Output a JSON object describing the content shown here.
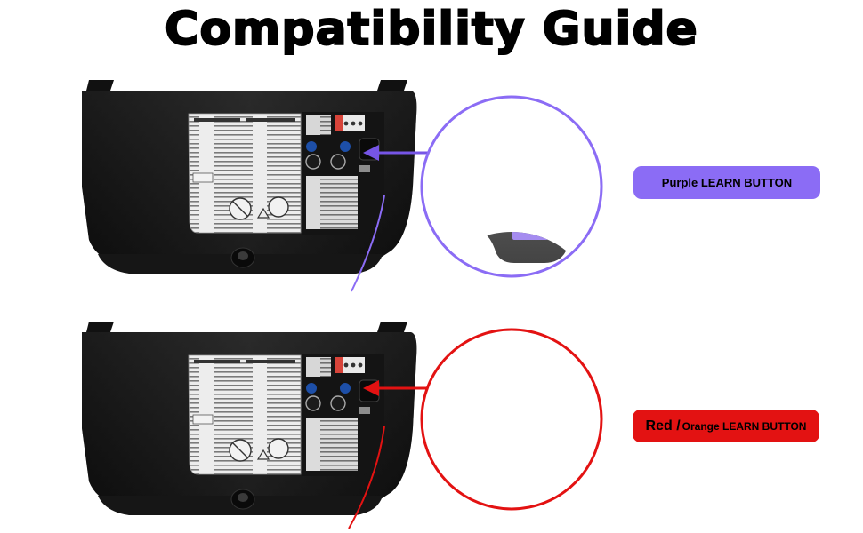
{
  "title": "Compatibility Guide",
  "colors": {
    "purple": "#8b6cf5",
    "red": "#e31212",
    "opener_body": "#1a1a1a",
    "label_plate": "#e8e8e8",
    "learn_pad_purple": "#a58cf0",
    "learn_pad_red": "#e8302f",
    "terminal_orange": "#f08a1c"
  },
  "units": [
    {
      "name": "purple",
      "label": "Purple LEARN BUTTON",
      "icon": "purple-learn-button-icon"
    },
    {
      "name": "red",
      "label_prefix": "Red /",
      "label_rest": "Orange LEARN BUTTON",
      "icon": "red-learn-button-icon"
    }
  ]
}
